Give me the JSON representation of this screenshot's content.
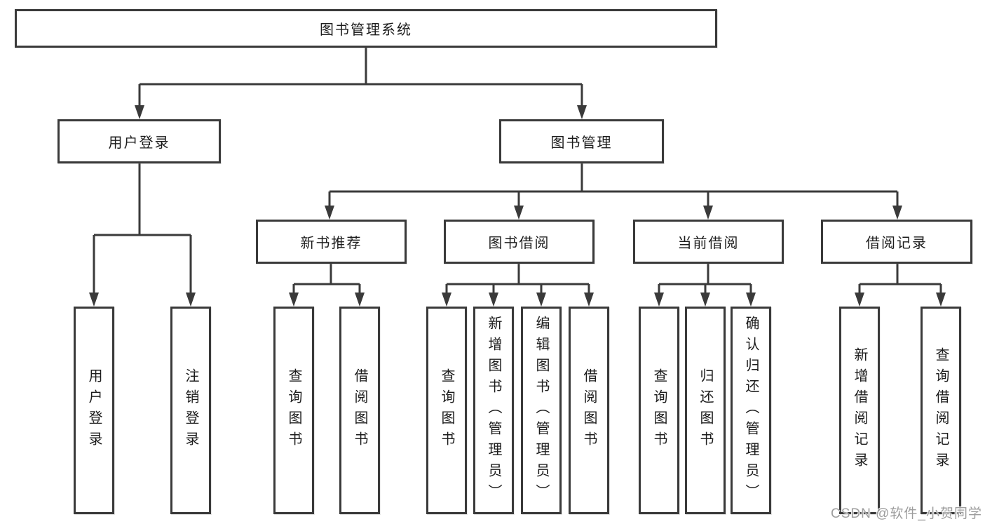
{
  "diagram_title": "图书管理系统",
  "colors": {
    "line": "#3a3a3a",
    "box_border": "#3a3a3a",
    "text": "#1c1c1c",
    "background": "#ffffff",
    "watermark": "#9d9d9d"
  },
  "nodes": {
    "root": "图书管理系统",
    "user_login": {
      "label": "用户登录",
      "children": {
        "login": "用户登录",
        "logout": "注销登录"
      }
    },
    "book_mgmt": {
      "label": "图书管理",
      "sections": {
        "new_book_rec": {
          "label": "新书推荐",
          "children": {
            "query_book": "查询图书",
            "borrow_book": "借阅图书"
          }
        },
        "book_borrow": {
          "label": "图书借阅",
          "children": {
            "query_book": "查询图书",
            "add_book": "新增图书（管理员）",
            "edit_book": "编辑图书（管理员）",
            "borrow_book": "借阅图书"
          }
        },
        "current_borrow": {
          "label": "当前借阅",
          "children": {
            "query_book": "查询图书",
            "return_book": "归还图书",
            "confirm_return": "确认归还（管理员）"
          }
        },
        "borrow_record": {
          "label": "借阅记录",
          "children": {
            "add_record": "新增借阅记录",
            "query_record": "查询借阅记录"
          }
        }
      }
    }
  },
  "watermark": "CSDN @软件_小贺同学"
}
